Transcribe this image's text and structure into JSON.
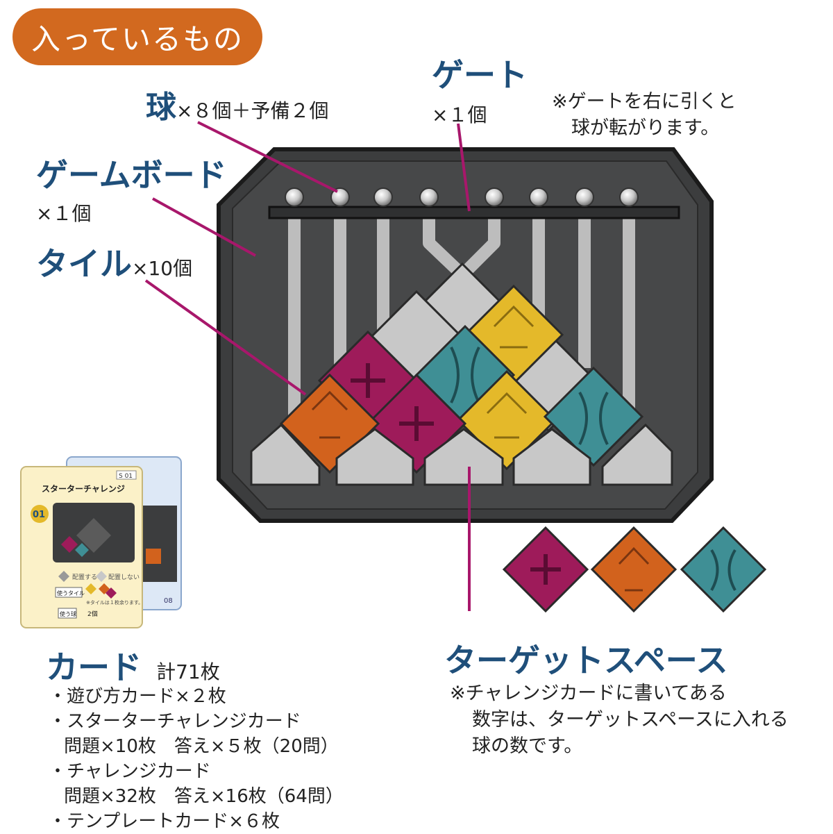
{
  "header": {
    "label": "入っているもの"
  },
  "labels": {
    "ball": {
      "title": "球",
      "detail": "×８個＋予備２個"
    },
    "gate": {
      "title": "ゲート",
      "detail": "×１個"
    },
    "gate_note": [
      "※ゲートを右に引くと",
      "球が転がります。"
    ],
    "board": {
      "title": "ゲームボード",
      "detail": "×１個"
    },
    "tile": {
      "title": "タイル",
      "detail": "×10個"
    },
    "target": {
      "title": "ターゲットスペース"
    },
    "target_note": [
      "※チャレンジカードに書いてある",
      "数字は、ターゲットスペースに入れる",
      "球の数です。"
    ]
  },
  "cards_section": {
    "title": "カード",
    "total": "計71枚",
    "items": [
      "・遊び方カード×２枚",
      "・スターターチャレンジカード",
      "問題×10枚　答え×５枚（20問）",
      "・チャレンジカード",
      "問題×32枚　答え×16枚（64問）",
      "・テンプレートカード×６枚"
    ]
  },
  "card_illustration": {
    "front_id": "S 01",
    "back_id": "08",
    "front_title": "スターターチャレンジ",
    "back_title_fragment": "ンジ",
    "number": "01",
    "legend_place": "配置する",
    "legend_noplace": "配置しない",
    "use_tiles": "使うタイル",
    "tile_note": "※タイルは１枚余ります。",
    "use_balls": "使う球",
    "ball_count": "2個"
  },
  "colors": {
    "magenta": "#9e1b5a",
    "orange": "#d2621d",
    "teal": "#3f8f95",
    "yellow": "#e4b92a",
    "board": "#3c3d3e",
    "gray_tile": "#c8c8c8",
    "leader": "#a8176b",
    "title_blue": "#1f4f7a",
    "header": "#d2691f"
  }
}
